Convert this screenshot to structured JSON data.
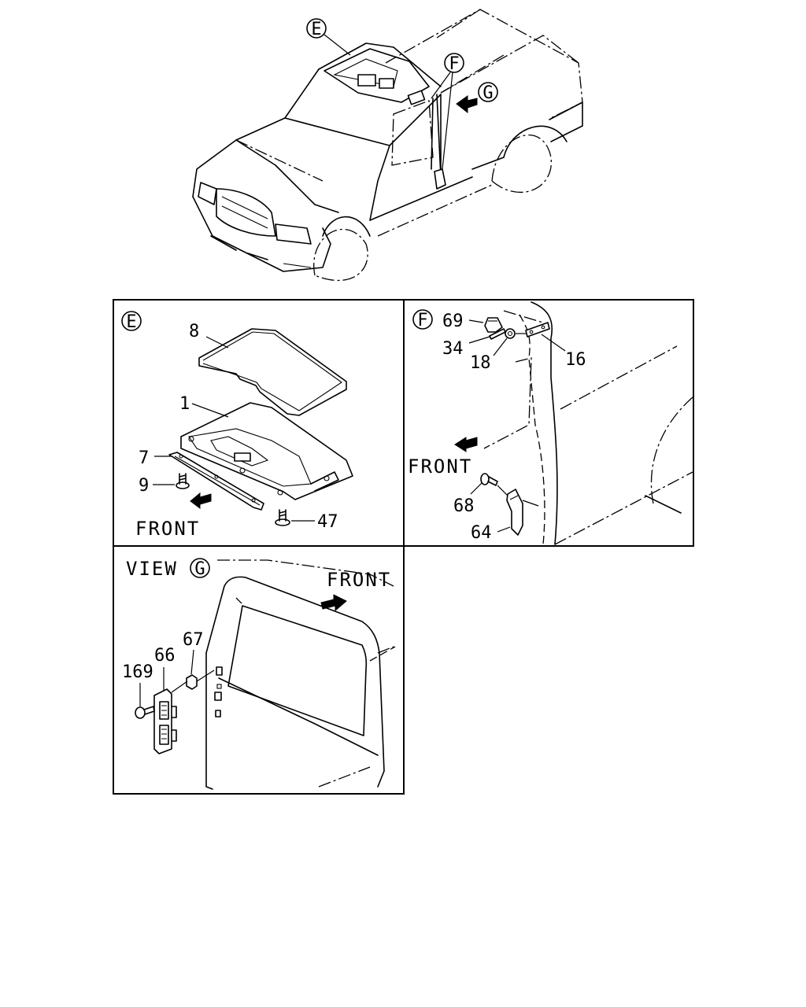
{
  "overview": {
    "callout_e": "E",
    "callout_f": "F",
    "callout_g": "G"
  },
  "panel_e": {
    "marker": "E",
    "labels": {
      "p8": "8",
      "p1": "1",
      "p7": "7",
      "p9": "9",
      "p47": "47"
    },
    "front": "FRONT"
  },
  "panel_f": {
    "marker": "F",
    "labels": {
      "p69": "69",
      "p34": "34",
      "p18": "18",
      "p16": "16",
      "p68": "68",
      "p64": "64"
    },
    "front": "FRONT"
  },
  "panel_g": {
    "view": "VIEW",
    "marker": "G",
    "labels": {
      "p67": "67",
      "p66": "66",
      "p169": "169"
    },
    "front": "FRONT"
  }
}
